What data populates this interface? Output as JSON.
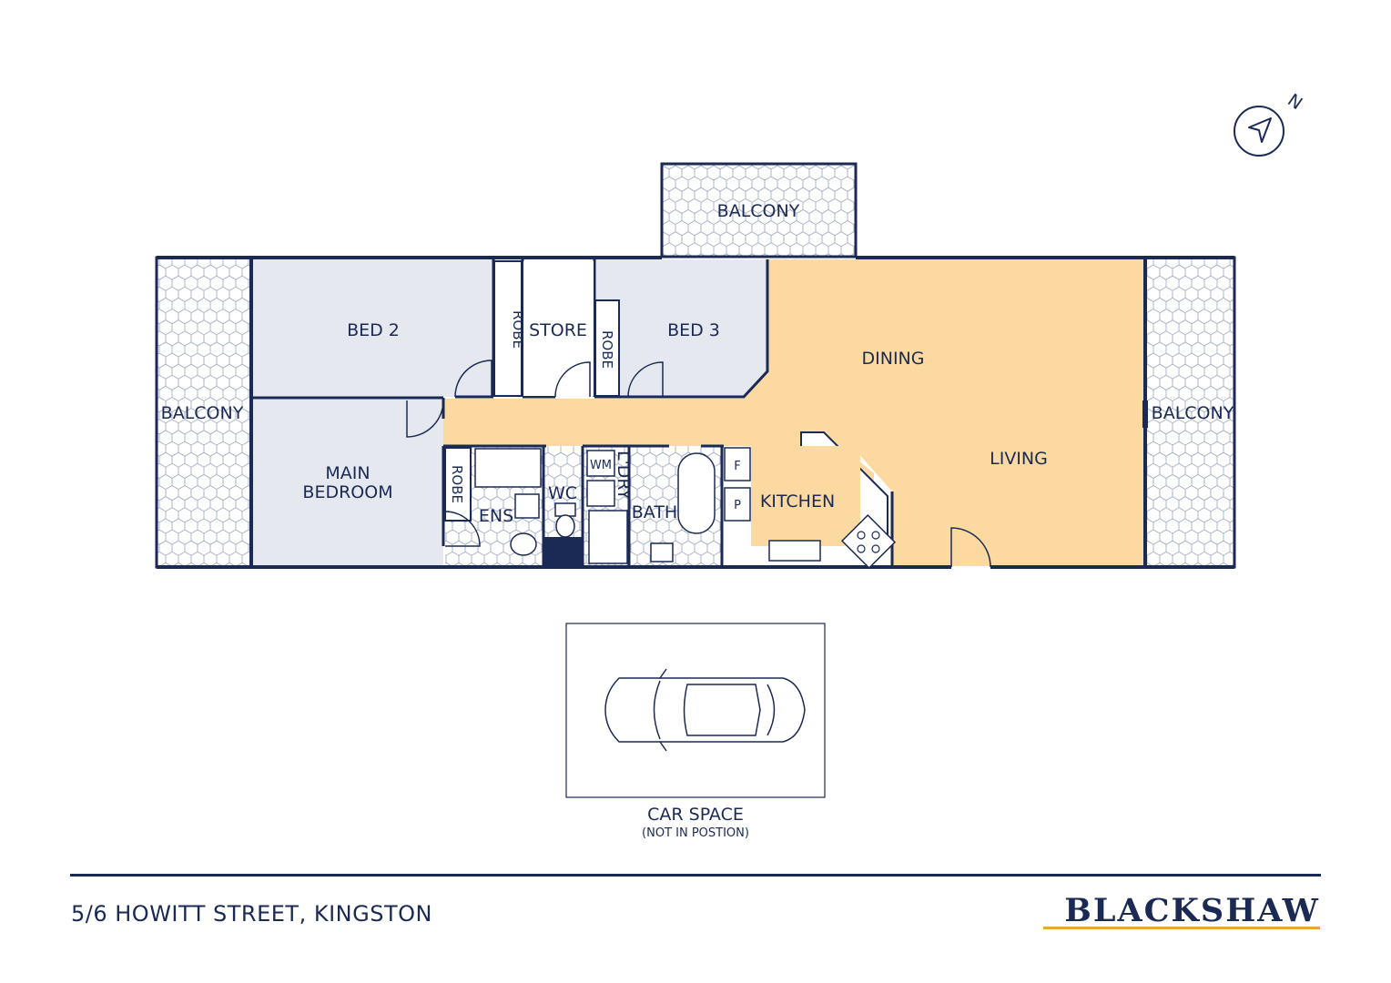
{
  "colors": {
    "line": "#1b2a55",
    "bedroom_fill": "#e6e8f0",
    "living_fill": "#fbd9a0",
    "balcony_fill": "#f4f4f6",
    "accent": "#e8a33a"
  },
  "rooms": {
    "bed2": "BED 2",
    "robe_bed2": "ROBE",
    "store": "STORE",
    "robe_bed3": "ROBE",
    "bed3": "BED 3",
    "dining": "DINING",
    "living": "LIVING",
    "main_bedroom_line1": "MAIN",
    "main_bedroom_line2": "BEDROOM",
    "robe_main": "ROBE",
    "ens": "ENS",
    "wc": "WC",
    "wm": "WM",
    "laundry": "L'DRY",
    "bath": "BATH",
    "fridge": "F",
    "pantry": "P",
    "kitchen": "KITCHEN",
    "balcony_top": "BALCONY",
    "balcony_left": "BALCONY",
    "balcony_right": "BALCONY"
  },
  "compass": {
    "label": "N"
  },
  "car_space": {
    "label": "CAR SPACE",
    "note": "(NOT IN POSTION)"
  },
  "footer": {
    "address": "5/6 HOWITT STREET, KINGSTON",
    "brand": "BLACKSHAW"
  }
}
